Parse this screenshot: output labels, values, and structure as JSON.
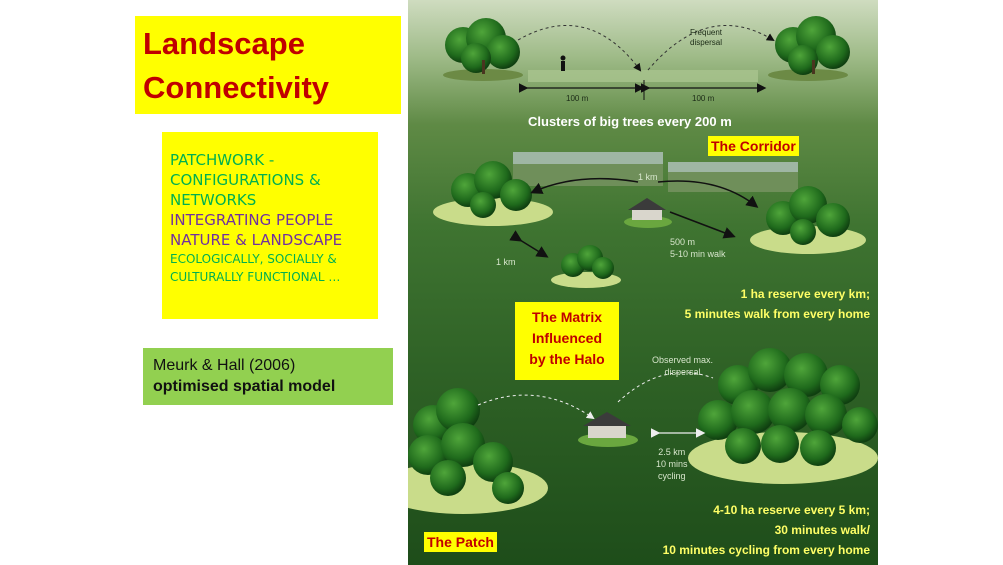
{
  "title": {
    "line1": "Landscape",
    "line2": "Connectivity"
  },
  "info_box": {
    "line1": "PATCHWORK -",
    "line2": "CONFIGURATIONS &",
    "line3": "NETWORKS",
    "line4": "INTEGRATING PEOPLE",
    "line5": "NATURE & LANDSCAPE",
    "line6": "ECOLOGICALLY, SOCIALLY &",
    "line7": "CULTURALLY FUNCTIONAL …"
  },
  "reference": {
    "citation": "Meurk & Hall (2006)",
    "model": "optimised spatial model"
  },
  "diagram": {
    "frequent_dispersal": {
      "line1": "Frequent",
      "line2": "dispersal"
    },
    "distance_left": "100 m",
    "distance_right": "100 m",
    "clusters_caption": "Clusters of big trees every 200 m",
    "corridor_label": "The Corridor",
    "corridor_1km": "1 km",
    "left_1km": "1 km",
    "walk": {
      "line1": "500 m",
      "line2": "5-10 min walk"
    },
    "reserve_1ha": {
      "line1": "1 ha reserve every km;",
      "line2": "5 minutes walk from every home"
    },
    "matrix_label": {
      "line1": "The Matrix",
      "line2": "Influenced",
      "line3": "by the Halo"
    },
    "observed": {
      "line1": "Observed max.",
      "line2": "dispersal"
    },
    "cycling": {
      "line1": "2.5 km",
      "line2": "10 mins",
      "line3": "cycling"
    },
    "reserve_4_10ha": {
      "line1": "4-10 ha reserve every 5 km;",
      "line2": "30 minutes walk/",
      "line3": "10 minutes cycling from every home"
    },
    "patch_label": "The Patch"
  },
  "colors": {
    "title_bg": "#ffff00",
    "title_text": "#c00000",
    "green_text": "#00b050",
    "purple_text": "#7030a0",
    "reference_bg": "#92d050",
    "diagram_dark_green": "#2f6226"
  }
}
